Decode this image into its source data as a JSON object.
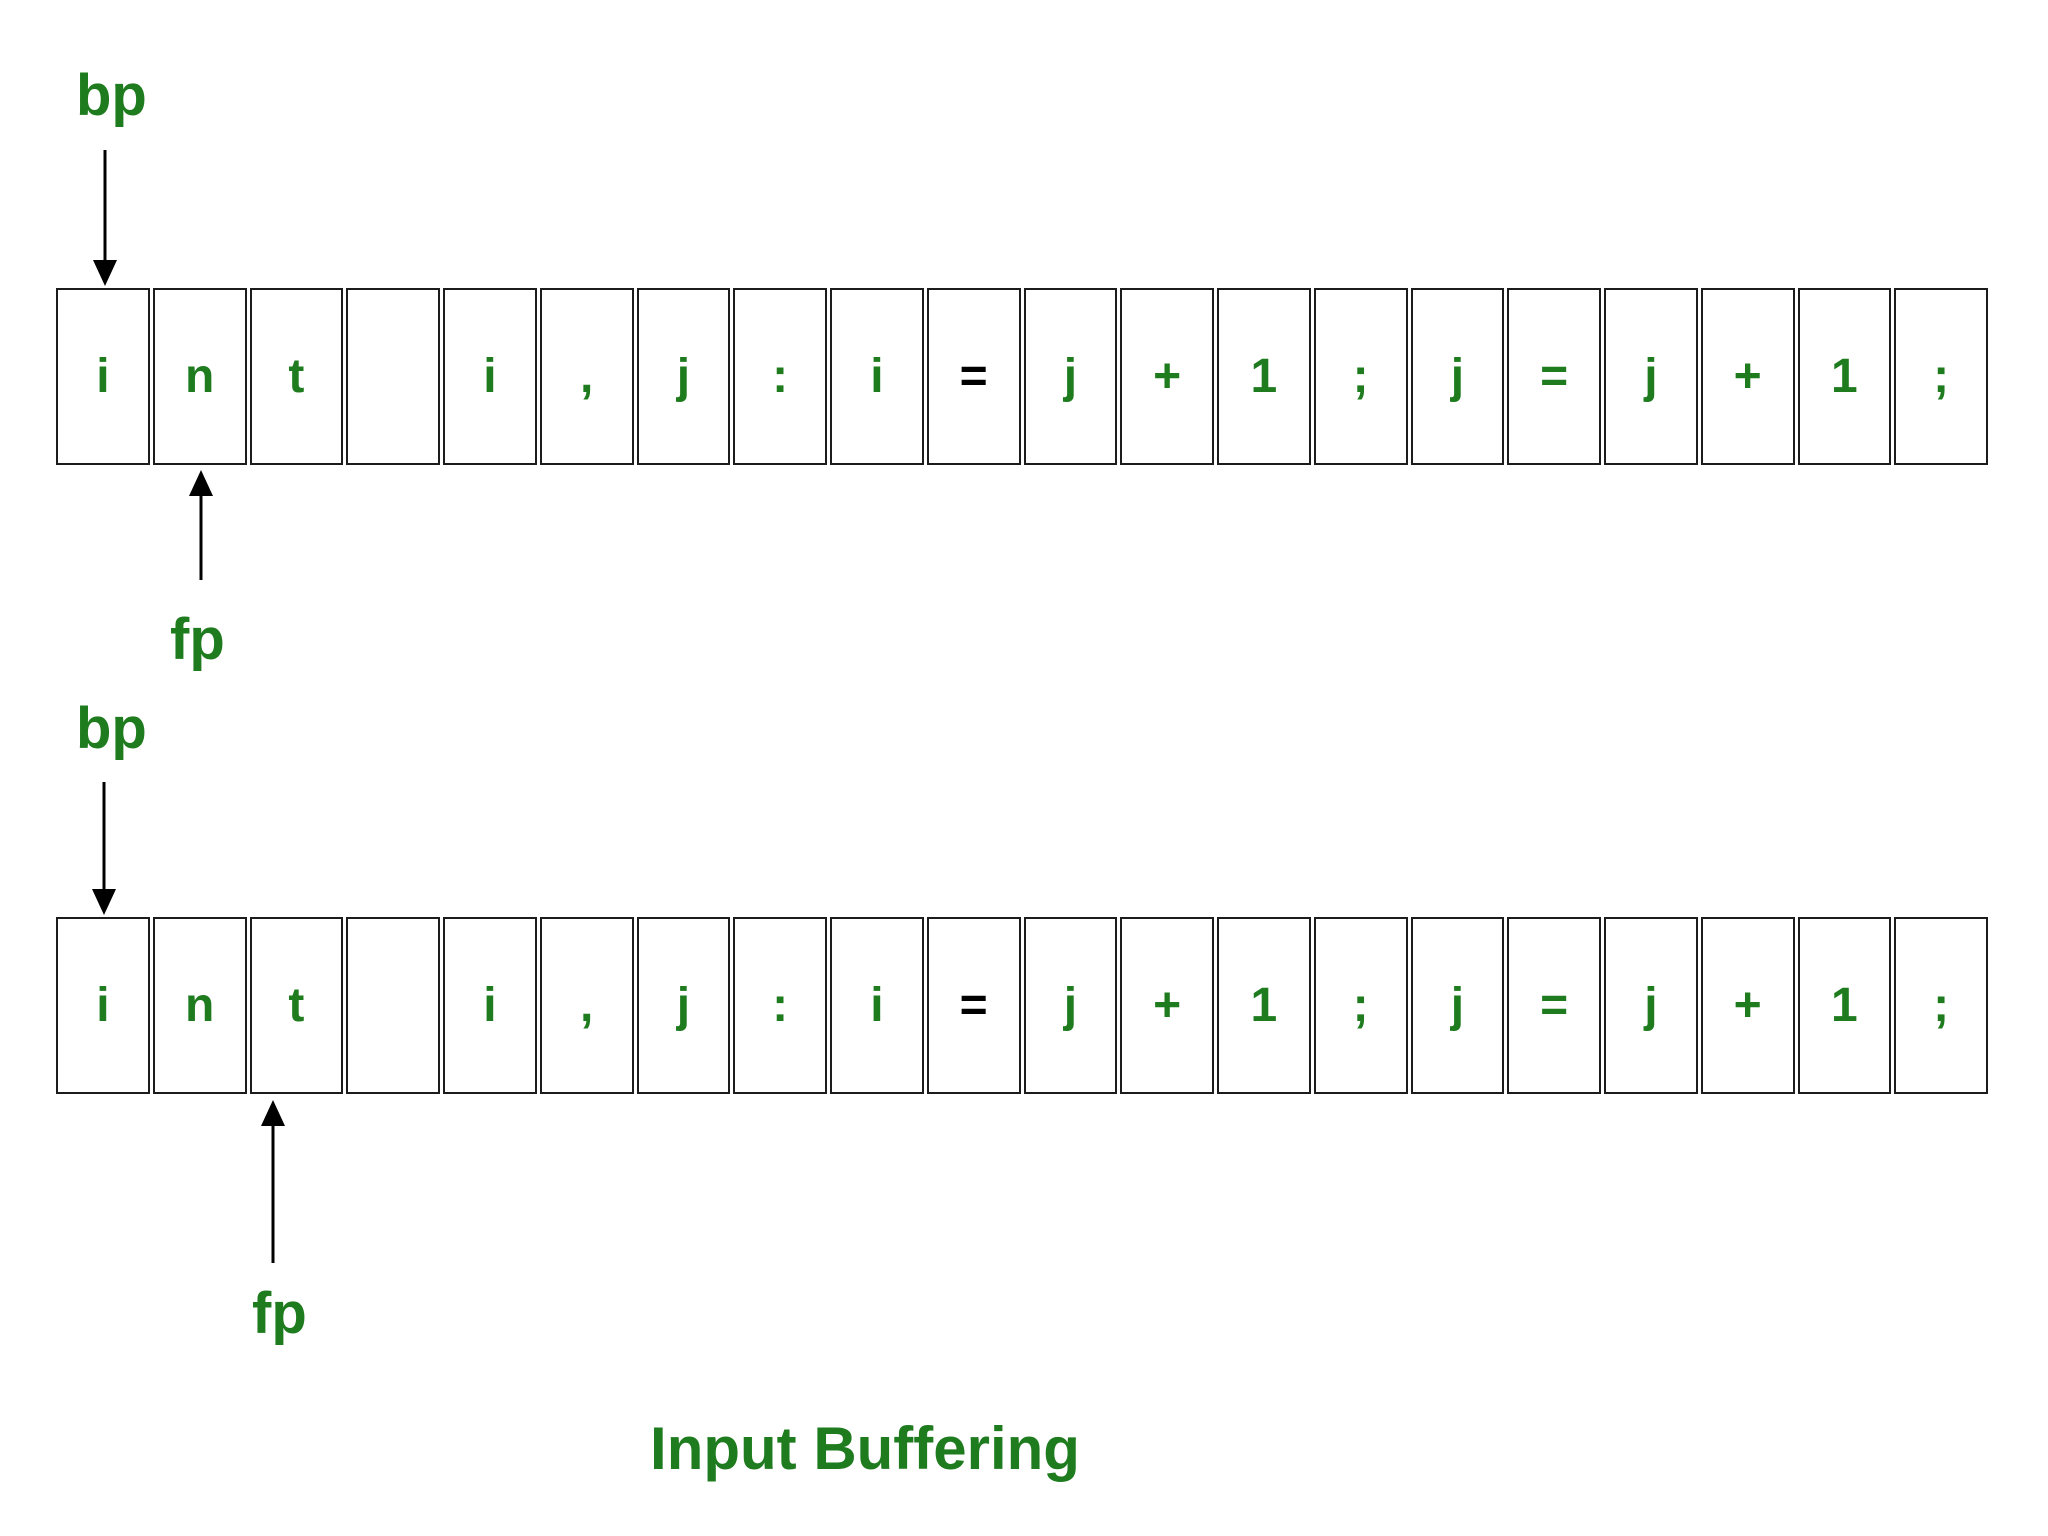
{
  "title": "Input Buffering",
  "colors": {
    "background": "#ffffff",
    "text_green": "#1e7b1e",
    "text_black": "#000000",
    "cell_border": "#1c1c1c",
    "arrow": "#000000"
  },
  "buffers": [
    {
      "bp_label": "bp",
      "fp_label": "fp",
      "bp_points_to_cell": 1,
      "fp_points_to_cell": 2,
      "cells": [
        {
          "ch": "i",
          "color": "green"
        },
        {
          "ch": "n",
          "color": "green"
        },
        {
          "ch": "t",
          "color": "green"
        },
        {
          "ch": "",
          "color": "green"
        },
        {
          "ch": "i",
          "color": "green"
        },
        {
          "ch": ",",
          "color": "green"
        },
        {
          "ch": "j",
          "color": "green"
        },
        {
          "ch": ":",
          "color": "green"
        },
        {
          "ch": "i",
          "color": "green"
        },
        {
          "ch": "=",
          "color": "black"
        },
        {
          "ch": "j",
          "color": "green"
        },
        {
          "ch": "+",
          "color": "green"
        },
        {
          "ch": "1",
          "color": "green"
        },
        {
          "ch": ";",
          "color": "green"
        },
        {
          "ch": "j",
          "color": "green"
        },
        {
          "ch": "=",
          "color": "green"
        },
        {
          "ch": "j",
          "color": "green"
        },
        {
          "ch": "+",
          "color": "green"
        },
        {
          "ch": "1",
          "color": "green"
        },
        {
          "ch": ";",
          "color": "green"
        }
      ]
    },
    {
      "bp_label": "bp",
      "fp_label": "fp",
      "bp_points_to_cell": 1,
      "fp_points_to_cell": 3,
      "cells": [
        {
          "ch": "i",
          "color": "green"
        },
        {
          "ch": "n",
          "color": "green"
        },
        {
          "ch": "t",
          "color": "green"
        },
        {
          "ch": "",
          "color": "green"
        },
        {
          "ch": "i",
          "color": "green"
        },
        {
          "ch": ",",
          "color": "green"
        },
        {
          "ch": "j",
          "color": "green"
        },
        {
          "ch": ":",
          "color": "green"
        },
        {
          "ch": "i",
          "color": "green"
        },
        {
          "ch": "=",
          "color": "black"
        },
        {
          "ch": "j",
          "color": "green"
        },
        {
          "ch": "+",
          "color": "green"
        },
        {
          "ch": "1",
          "color": "green"
        },
        {
          "ch": ";",
          "color": "green"
        },
        {
          "ch": "j",
          "color": "green"
        },
        {
          "ch": "=",
          "color": "green"
        },
        {
          "ch": "j",
          "color": "green"
        },
        {
          "ch": "+",
          "color": "green"
        },
        {
          "ch": "1",
          "color": "green"
        },
        {
          "ch": ";",
          "color": "green"
        }
      ]
    }
  ]
}
